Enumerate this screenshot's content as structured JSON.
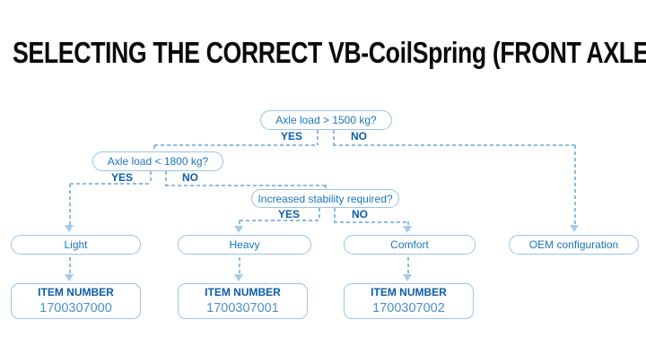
{
  "title": "SELECTING THE CORRECT VB-CoilSpring (FRONT AXLE)",
  "colors": {
    "accent": "#1B75BC",
    "bold_blue": "#0D5DA9",
    "box_border": "#9CC2E5",
    "dashed_line": "#8CBBE2",
    "arrowhead": "#A5CBE9",
    "item_number": "#4A90CE",
    "title": "#0A0A0A"
  },
  "flow": {
    "decisions": [
      {
        "label": "Axle load > 1500 kg?",
        "yes_label": "YES",
        "no_label": "NO"
      },
      {
        "label": "Axle load < 1800 kg?",
        "yes_label": "YES",
        "no_label": "NO"
      },
      {
        "label": "Increased stability required?",
        "yes_label": "YES",
        "no_label": "NO"
      }
    ],
    "options": [
      {
        "label": "Light"
      },
      {
        "label": "Heavy"
      },
      {
        "label": "Comfort"
      },
      {
        "label": "OEM configuration"
      }
    ],
    "items": [
      {
        "heading": "ITEM NUMBER",
        "number": "1700307000"
      },
      {
        "heading": "ITEM NUMBER",
        "number": "1700307001"
      },
      {
        "heading": "ITEM NUMBER",
        "number": "1700307002"
      }
    ]
  }
}
